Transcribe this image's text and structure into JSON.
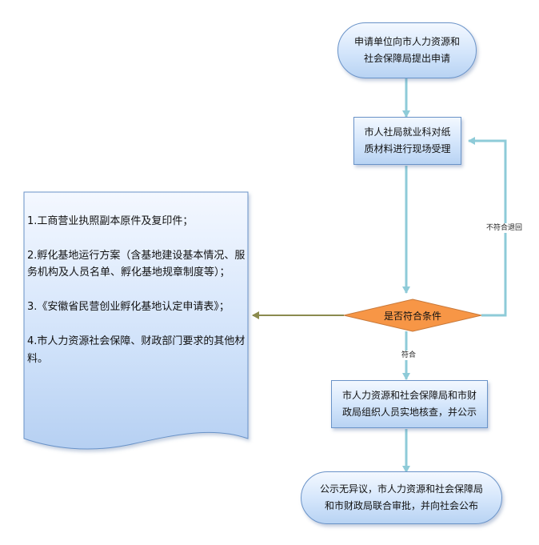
{
  "nodes": {
    "start": "申请单位向市人力资源和\n社会保障局提出申请",
    "review": "市人社局就业科对纸\n质材料进行现场受理",
    "decision": "是否符合条件",
    "inspect": "市人力资源和社会保障局和市财\n政局组织人员实地核查，并公示",
    "end": "公示无异议，市人力资源和社会保障局\n和市财政局联合审批，并向社会公布"
  },
  "document": {
    "lines": [
      "1.工商营业执照副本原件及复印件；",
      "2.孵化基地运行方案（含基地建设基本情况、服务机构及人员名单、孵化基地规章制度等）；",
      "3.《安徽省民营创业孵化基地认定申请表》；",
      "4.市人力资源社会保障、财政部门要求的其他材料。"
    ]
  },
  "edges": {
    "reject": "不符合退回",
    "accept": "符合"
  },
  "colors": {
    "connector": "#8ecbd8",
    "decision_fill": "#f79646",
    "decision_stroke": "#c8793a",
    "doc_arrow": "#8b8b4e",
    "node_border": "#6a93c8"
  }
}
